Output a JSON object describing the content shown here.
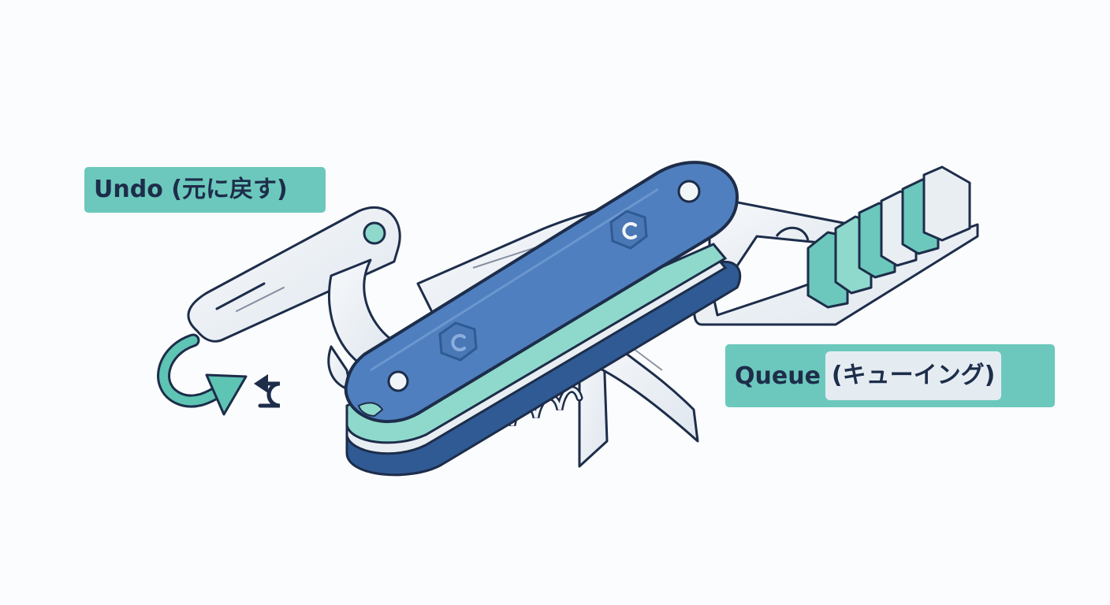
{
  "labels": {
    "undo": "Undo (元に戻す)",
    "queue_main": "Queue",
    "queue_sub": "(キューイング)"
  },
  "colors": {
    "background": "#fbfcfd",
    "handle_blue": "#4f7fbf",
    "handle_dark": "#2f5a94",
    "teal": "#5ec4b4",
    "teal_light": "#8fd9cc",
    "steel": "#e9eef3",
    "outline": "#1d2d4a",
    "label_bg": "#6cc8bc",
    "label_sub_bg": "#e4ecf2"
  },
  "icons": [
    "undo-arrow-icon",
    "curved-arrow-icon",
    "hexagon-logo-icon"
  ]
}
